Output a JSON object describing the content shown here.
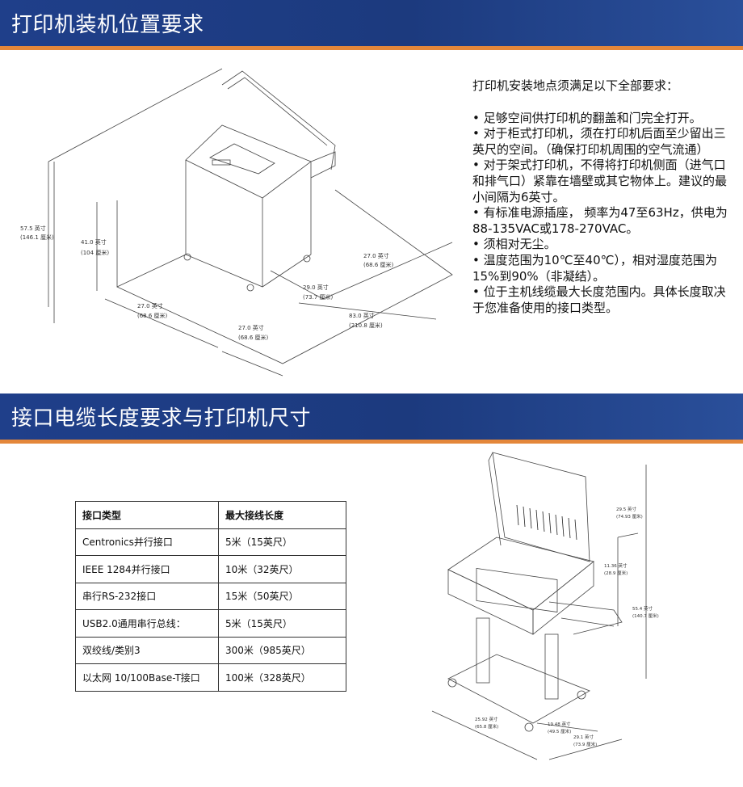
{
  "section1": {
    "title": "打印机装机位置要求",
    "requirements": [
      "打印机安装地点须满足以下全部要求：",
      "",
      "• 足够空间供打印机的翻盖和门完全打开。",
      "• 对于柜式打印机，须在打印机后面至少留出三英尺的空间。（确保打印机周围的空气流通）",
      "• 对于架式打印机，不得将打印机侧面（进气口和排气口）紧靠在墙壁或其它物体上。建议的最小间隔为6英寸。",
      "• 有标准电源插座， 频率为47至63Hz，供电为88-135VAC或178-270VAC。",
      "• 须相对无尘。",
      "• 温度范围为10℃至40℃），相对湿度范围为15%到90%（非凝结）。",
      "• 位于主机线缆最大长度范围内。具体长度取决于您准备使用的接口类型。"
    ],
    "diagram_labels": {
      "h_total_in": "57.5 英寸",
      "h_total_cm": "(146.1 厘米)",
      "h_cab_in": "41.0 英寸",
      "h_cab_cm": "(104 厘米)",
      "left_in": "27.0 英寸",
      "left_cm": "(68.6 厘米)",
      "front_in": "27.0 英寸",
      "front_cm": "(68.6 厘米)",
      "depth_in": "29.0 英寸",
      "depth_cm": "(73.7 厘米)",
      "right_in": "27.0 英寸",
      "right_cm": "(68.6 厘米)",
      "total_in": "83.0 英寸",
      "total_cm": "(210.8 厘米)"
    }
  },
  "section2": {
    "title": "接口电缆长度要求与打印机尺寸",
    "table": {
      "headers": [
        "接口类型",
        "最大接线长度"
      ],
      "rows": [
        [
          "Centronics并行接口",
          "5米（15英尺）"
        ],
        [
          "IEEE 1284并行接口",
          "10米（32英尺）"
        ],
        [
          "串行RS-232接口",
          "15米（50英尺）"
        ],
        [
          "USB2.0通用串行总线：",
          "5米（15英尺）"
        ],
        [
          "双绞线/类别3",
          "300米（985英尺）"
        ],
        [
          "以太网  10/100Base-T接口",
          "100米（328英尺）"
        ]
      ]
    },
    "diagram_labels": {
      "top_in": "29.5 英寸",
      "top_cm": "(74.93 厘米)",
      "mid_in": "11.36 英寸",
      "mid_cm": "(28.9 厘米)",
      "height_in": "55.4 英寸",
      "height_cm": "(140.7 厘米)",
      "w1_in": "25.92 英寸",
      "w1_cm": "(65.8 厘米)",
      "w2_in": "19.48 英寸",
      "w2_cm": "(49.5 厘米)",
      "w3_in": "29.1 英寸",
      "w3_cm": "(73.9 厘米)"
    }
  }
}
